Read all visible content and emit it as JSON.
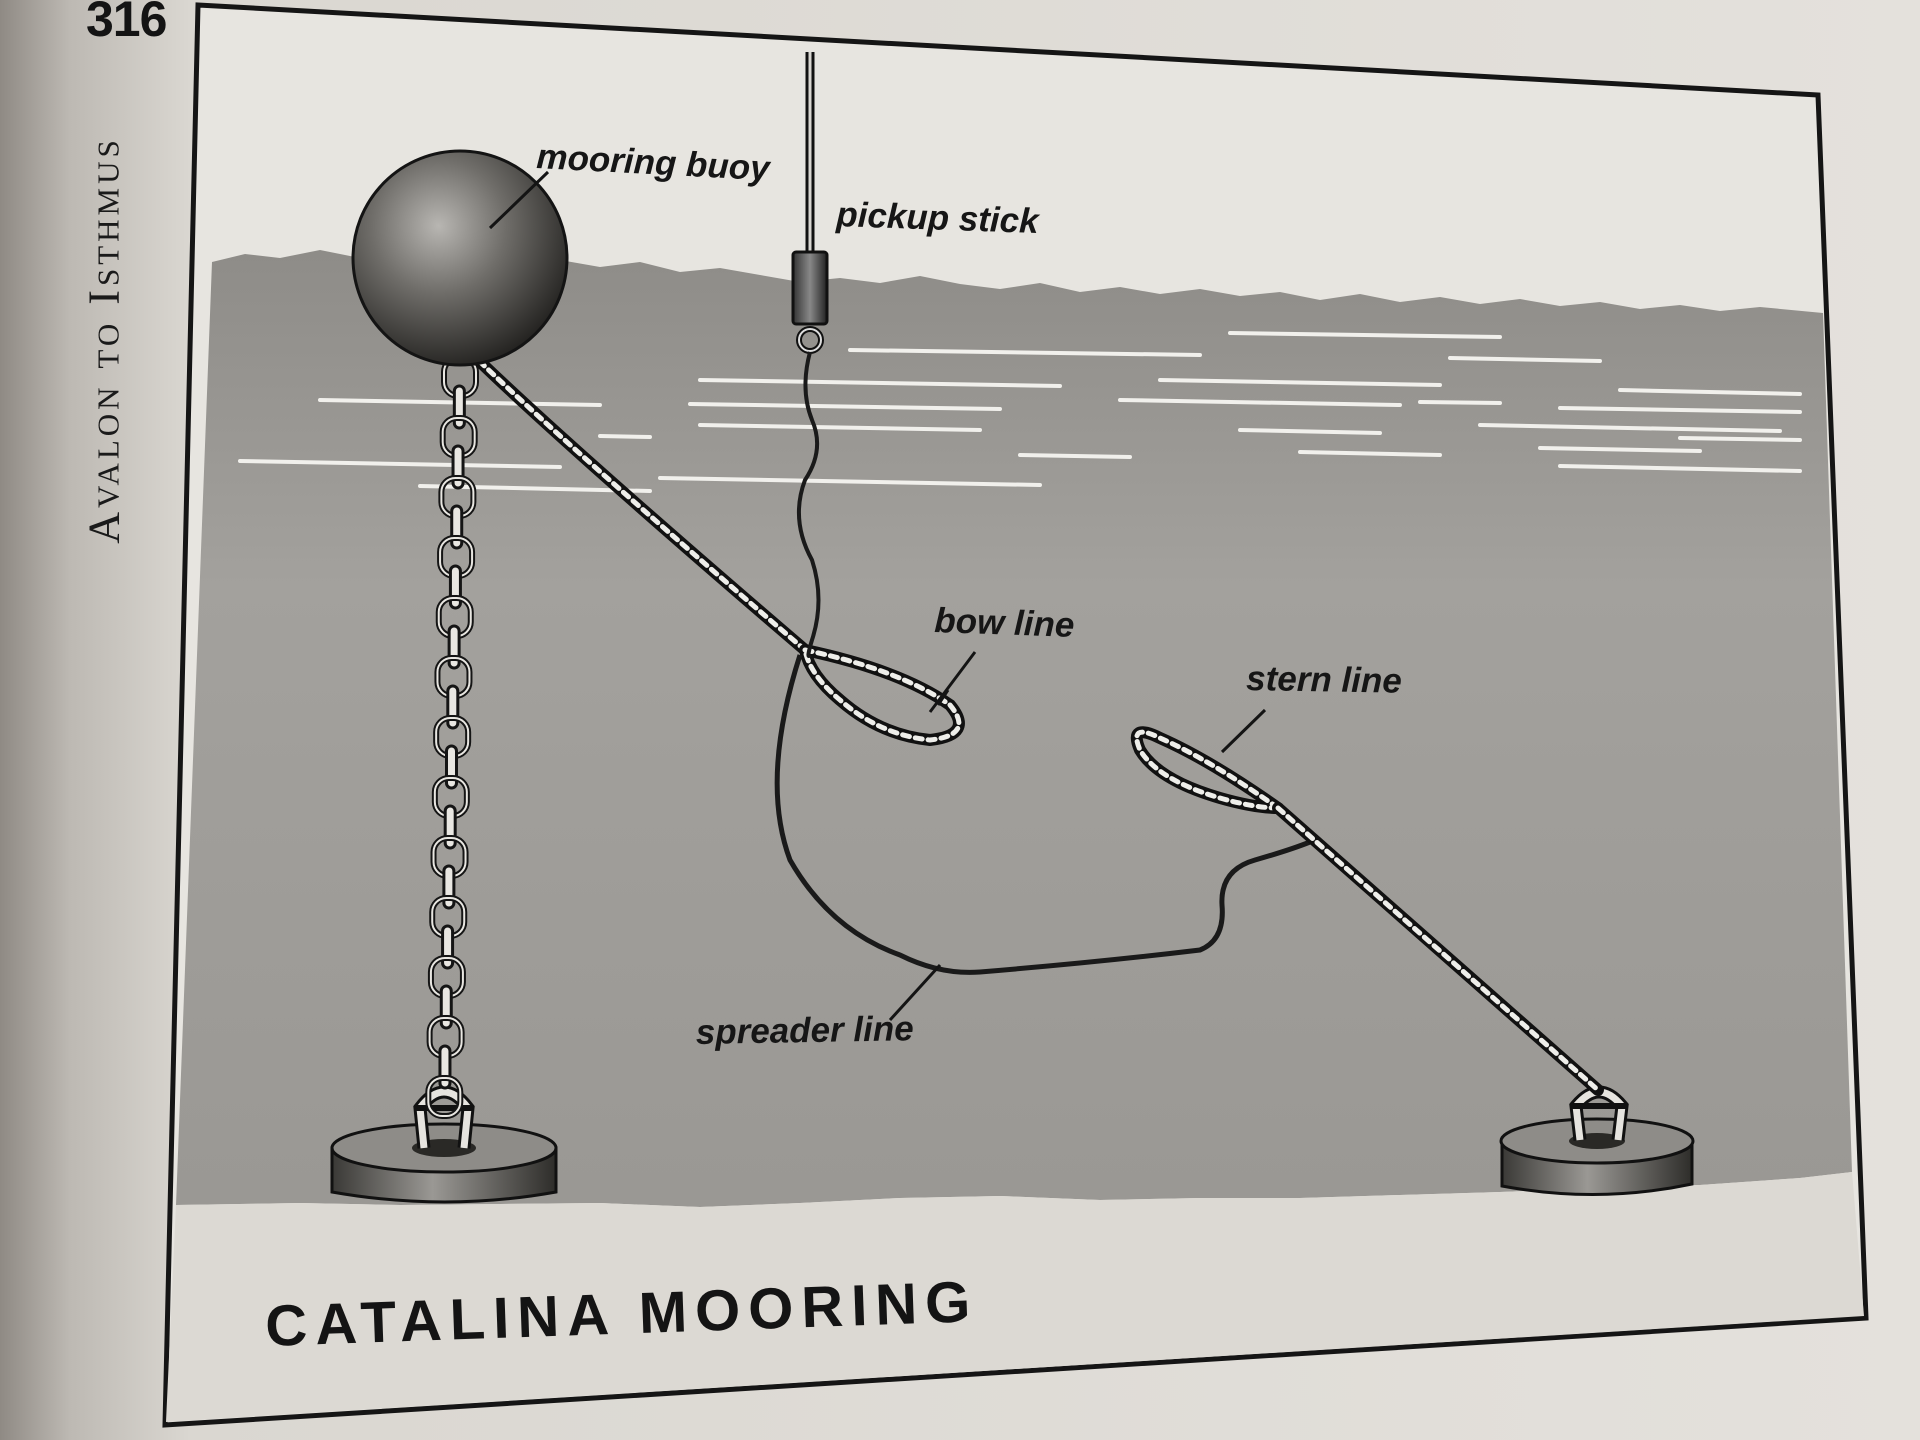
{
  "page": {
    "number": "316",
    "running_head": "Avalon to Isthmus"
  },
  "diagram": {
    "title": "CATALINA MOORING",
    "labels": {
      "mooring_buoy": "mooring buoy",
      "pickup_stick": "pickup stick",
      "bow_line": "bow line",
      "stern_line": "stern line",
      "spreader_line": "spreader line"
    }
  },
  "colors": {
    "paper": "#e4e1dc",
    "water": "#9c9a96",
    "seabed": "#dcd9d3",
    "ink": "#141414"
  }
}
